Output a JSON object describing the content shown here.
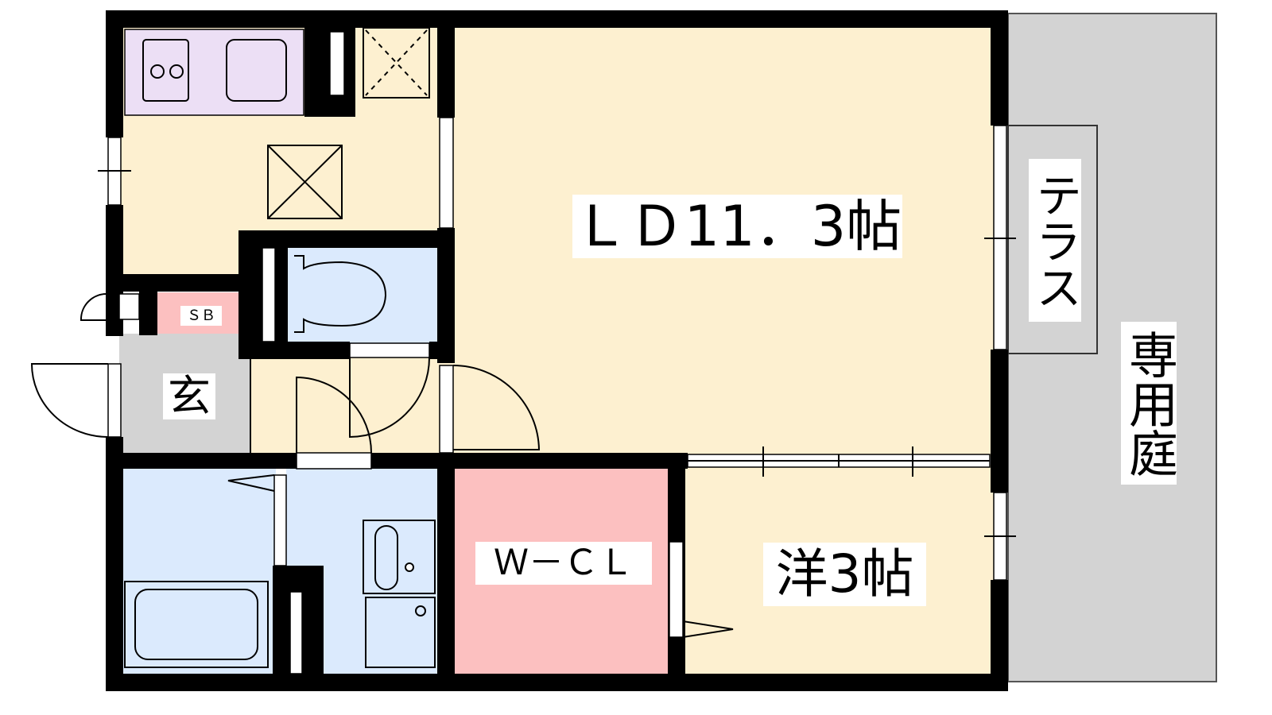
{
  "rooms": {
    "ld": "ＬＤ11．3帖",
    "western": "洋3帖",
    "walk_in_closet": "Ｗ－ＣＬ",
    "entrance": "玄",
    "shoe_box": "ＳＢ",
    "terrace": "テラス",
    "private_garden": "専用庭"
  },
  "colors": {
    "wall": "#000000",
    "floor": "#fdf0d0",
    "kitchen_counter": "#ecdff5",
    "wet_area": "#dbeafd",
    "closet": "#fcc0c0",
    "entrance": "#d3d3d3",
    "garden": "#d3d3d3"
  }
}
